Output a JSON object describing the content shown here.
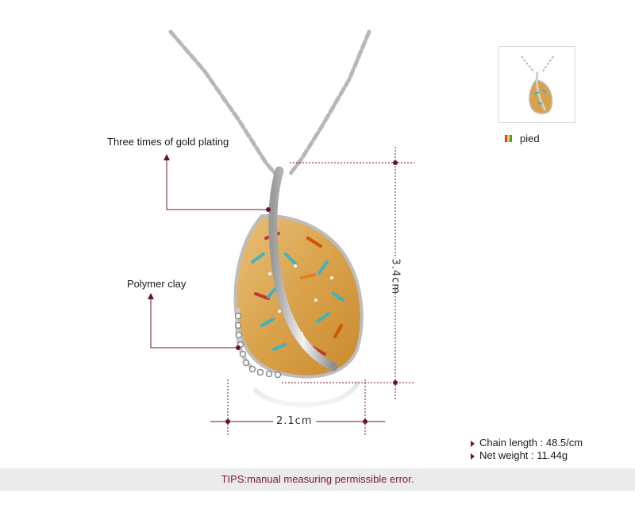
{
  "callouts": {
    "gold_plating": "Three times of gold plating",
    "polymer_clay": "Polymer clay"
  },
  "dimensions": {
    "height": "3.4cm",
    "width": "2.1cm"
  },
  "variant": {
    "label": "pied"
  },
  "specs": {
    "chain_length": "Chain length : 48.5/cm",
    "net_weight": "Net weight :  11.44g"
  },
  "tips": "TIPS:manual measuring permissible error.",
  "colors": {
    "accent": "#6b1430",
    "tips_text": "#7a1b2e",
    "tips_bar": "#ebebeb"
  }
}
